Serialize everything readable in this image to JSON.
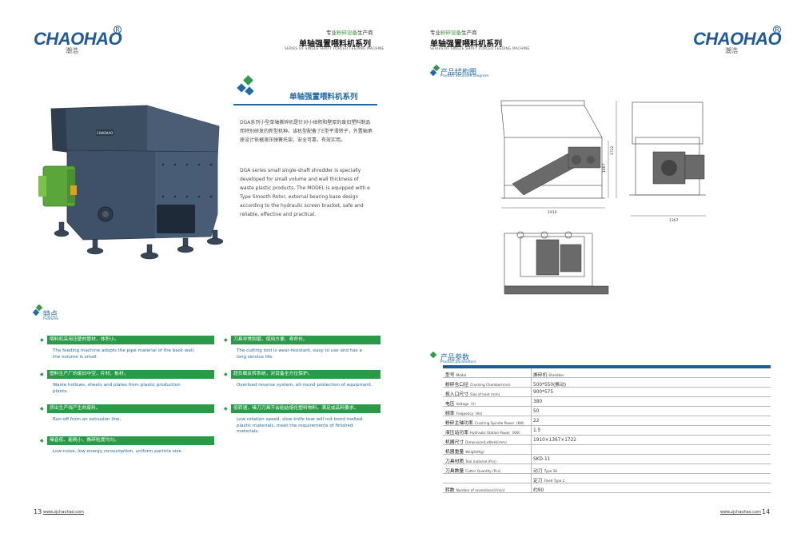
{
  "left_page": {
    "logo": {
      "brand": "CHAOHAO",
      "sub": "潮浩",
      "reg": "R"
    },
    "tagline": {
      "prefix": "专业",
      "highlight": "粉碎设备",
      "suffix": "生产商"
    },
    "series_cn": "单轴强置喂料机系列",
    "series_en": "SERIES OF SINGLE SHAFT FORCED FEEDING MACHINE",
    "main_title": "单轴强置喂料机系列",
    "desc_cn": "DGA系列小型单轴撕碎机是针对小体积和壁厚的废旧塑料制品而特别研发的新型机种。该机型配备了E型平滑转子，外置轴承座设计依据液压弹簧托架，安全可靠，有效实用。",
    "desc_en": "DGA series small single-shaft shredder is specially developed for small volume and wall thickness of waste plastic products. The MODEL is equipped with e Type Smooth Rotor, external bearing base design according to the hydraulic screen bracket, safe and reliable, effective and practical.",
    "features": {
      "title_cn": "特点",
      "title_en": "Features",
      "items": [
        {
          "cn": "喂料机采用压壁的管材，体积小。",
          "en": "The feeding machine adopts the pipe material of the back wall, the volume is small."
        },
        {
          "cn": "塑料生产厂的废旧中空、片材、板材。",
          "en": "Waste hollows, sheets and plates from plastic production plants."
        },
        {
          "cn": "挤出生产线产生的废料。",
          "en": "Run-off from an extrusion line."
        },
        {
          "cn": "噪音低、能耗小、撕碎粒度均匀。",
          "en": "Low noise, low energy consumption, uniform particle size."
        },
        {
          "cn": "刀具非常耐磨，使用方便、寿命长。",
          "en": "The cutting tool is wear-resistant, easy to use and has a long service life."
        },
        {
          "cn": "超负载反转系统，对设备全方位保护。",
          "en": "Overload reverse system, all-round protection of equipment."
        },
        {
          "cn": "低转速，噪刀刀具不会粘结熔化塑料物料，满足成品料要求。",
          "en": "Low rotation speed, slow knife tear will not bond melted plastic materials, meet the requirements of finished materials."
        }
      ]
    },
    "footer": {
      "page": "13",
      "url": "www.zjchaohao.com"
    },
    "photo_label": "CHAOHAO"
  },
  "right_page": {
    "logo": {
      "brand": "CHAOHAO",
      "sub": "潮浩",
      "reg": "R"
    },
    "tagline": {
      "prefix": "专业",
      "highlight": "粉碎设备",
      "suffix": "生产商"
    },
    "series_cn": "单轴强置喂料机系列",
    "series_en": "SERIES OF SINGLE SHAFT FORCED FEEDING MACHINE",
    "structure": {
      "title_cn": "产品结构图",
      "title_en": "Product Structure Diagram"
    },
    "dims": {
      "width": "1910",
      "depth": "1367",
      "height": "1722",
      "inner_height": "1667"
    },
    "params": {
      "title_cn": "产品参数",
      "title_en": "Product parameters",
      "rows": [
        {
          "label_cn": "型号",
          "label_en": "Model",
          "value": "撕碎机",
          "value_en": "Shredder"
        },
        {
          "label_cn": "粉碎仓口径",
          "label_en": "Crushing Chamber(mm)",
          "value": "500*550(撕动)",
          "value_en": ""
        },
        {
          "label_cn": "投入口尺寸",
          "label_en": "Size of Inlet (mm)",
          "value": "900*575",
          "value_en": ""
        },
        {
          "label_cn": "电压",
          "label_en": "Voltage（V）",
          "value": "380",
          "value_en": ""
        },
        {
          "label_cn": "频率",
          "label_en": "Frequency（Hz）",
          "value": "50",
          "value_en": ""
        },
        {
          "label_cn": "粉碎主轴功率",
          "label_en": "Crushing Spindle Power（KW）",
          "value": "22",
          "value_en": ""
        },
        {
          "label_cn": "液压站功率",
          "label_en": "Hydraulic Station Power（KW）",
          "value": "1.5",
          "value_en": ""
        },
        {
          "label_cn": "机器尺寸",
          "label_en": "Dimension(LxWxH)(mm)",
          "value": "1910×1367×1722",
          "value_en": ""
        },
        {
          "label_cn": "机器重量",
          "label_en": "Weight(Kg)",
          "value": "",
          "value_en": ""
        },
        {
          "label_cn": "刀具材质",
          "label_en": "Tool material (Pcs)",
          "value": "SKD-11",
          "value_en": ""
        },
        {
          "label_cn": "刀具数量",
          "label_en": "Cutter Quantity (Pcs)",
          "value": "动刀",
          "value_en": "Type 36"
        },
        {
          "label_cn": "",
          "label_en": "",
          "value": "定刀",
          "value_en": "Fixed Type 2"
        },
        {
          "label_cn": "转数",
          "label_en": "Number of revolutions(r/min)",
          "value": "约90",
          "value_en": ""
        }
      ]
    },
    "footer": {
      "page": "14",
      "url": "www.zjchaohao.com"
    }
  },
  "colors": {
    "blue": "#1f6aa8",
    "green": "#2a9a48",
    "dark_blue": "#1f5a9a"
  }
}
